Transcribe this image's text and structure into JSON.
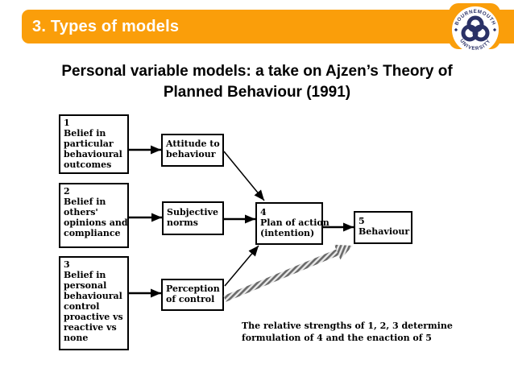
{
  "header": {
    "title": "3. Types of models"
  },
  "logo": {
    "arc_top": "BOURNEMOUTH",
    "arc_bottom": "UNIVERSITY"
  },
  "title": "Personal variable models: a take on Ajzen’s Theory of\nPlanned Behaviour (1991)",
  "colors": {
    "accent_orange": "#FA9E0A",
    "logo_navy": "#2A3166",
    "diagram_ink": "#000000",
    "hatch_gray": "#6a6a6a"
  },
  "diagram": {
    "boxes": [
      {
        "id": "1",
        "text": "1\nBelief in\nparticular\nbehavioural\noutcomes"
      },
      {
        "id": "2",
        "text": "2\nBelief in\nothers'\nopinions and\ncompliance"
      },
      {
        "id": "3",
        "text": "3\nBelief in\npersonal\nbehavioural\ncontrol\nproactive vs\nreactive vs\nnone"
      },
      {
        "id": "attitude",
        "text": "Attitude to\nbehaviour"
      },
      {
        "id": "subjective",
        "text": "Subjective\nnorms"
      },
      {
        "id": "perception",
        "text": "Perception\nof control"
      },
      {
        "id": "4",
        "text": "4\nPlan of action\n(intention)"
      },
      {
        "id": "5",
        "text": "5\nBehaviour"
      }
    ],
    "caption": "The relative strengths of 1, 2, 3 determine\nformulation of 4 and the enaction of 5"
  }
}
